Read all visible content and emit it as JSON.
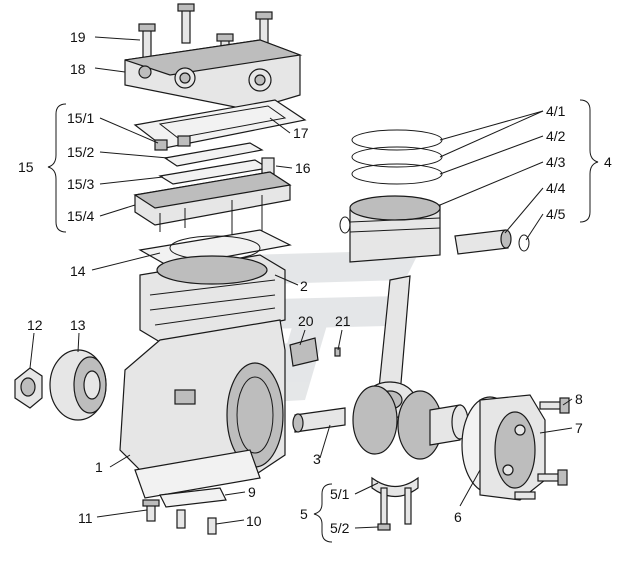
{
  "callouts": {
    "c19": "19",
    "c18": "18",
    "c15_1": "15/1",
    "c15_2": "15/2",
    "c15": "15",
    "c15_3": "15/3",
    "c15_4": "15/4",
    "c17": "17",
    "c16": "16",
    "c14": "14",
    "c2": "2",
    "c20": "20",
    "c21": "21",
    "c12": "12",
    "c13": "13",
    "c1": "1",
    "c9": "9",
    "c11": "11",
    "c10": "10",
    "c4_1": "4/1",
    "c4_2": "4/2",
    "c4_3": "4/3",
    "c4": "4",
    "c4_4": "4/4",
    "c4_5": "4/5",
    "c3": "3",
    "c5_1": "5/1",
    "c5": "5",
    "c5_2": "5/2",
    "c8": "8",
    "c7": "7",
    "c6": "6"
  },
  "colors": {
    "line": "#1a1a1a",
    "fill_light": "#e6e6e6",
    "fill_mid": "#bdbdbd",
    "watermark": "#cfd3d6"
  }
}
